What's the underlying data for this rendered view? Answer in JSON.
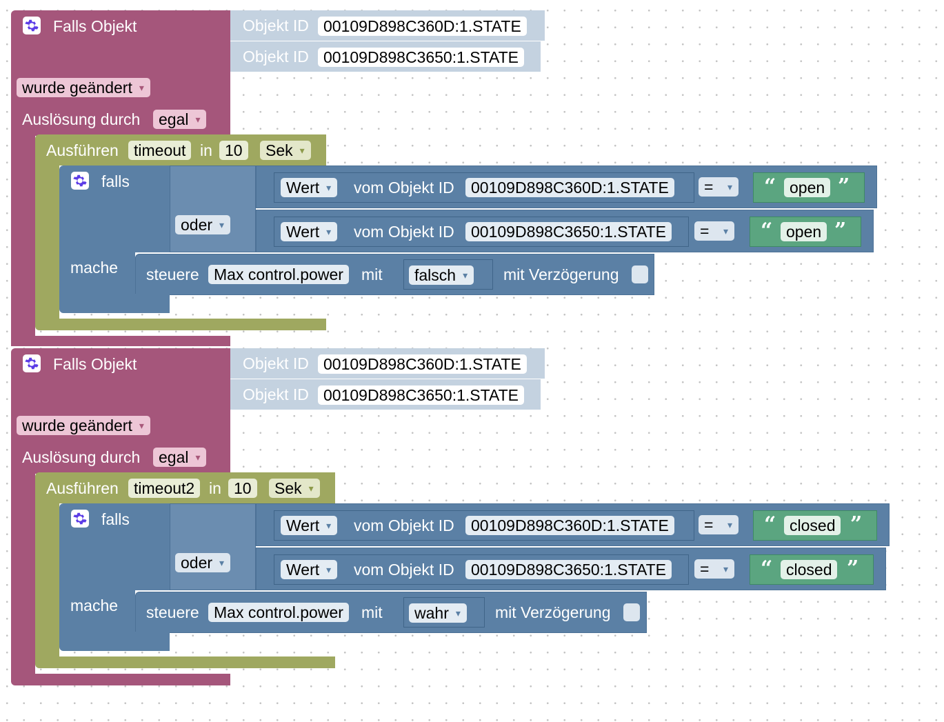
{
  "programs": [
    {
      "trigger": {
        "title": "Falls Objekt",
        "object_label": "Objekt ID",
        "objects": [
          "00109D898C360D:1.STATE",
          "00109D898C3650:1.STATE"
        ],
        "change_mode": "wurde geändert",
        "trigger_by_label": "Auslösung durch",
        "trigger_by_value": "egal"
      },
      "timeout": {
        "label": "Ausführen",
        "name": "timeout",
        "in_label": "in",
        "value": "10",
        "unit": "Sek"
      },
      "if_block": {
        "falls_label": "falls",
        "oder_label": "oder",
        "mache_label": "mache",
        "conditions": [
          {
            "dropdown": "Wert",
            "from_label": "vom Objekt ID",
            "object": "00109D898C360D:1.STATE",
            "operator": "=",
            "text": "open"
          },
          {
            "dropdown": "Wert",
            "from_label": "vom Objekt ID",
            "object": "00109D898C3650:1.STATE",
            "operator": "=",
            "text": "open"
          }
        ],
        "action": {
          "label": "steuere",
          "target": "Max control.power",
          "with_label": "mit",
          "value": "falsch",
          "delay_label": "mit Verzögerung"
        }
      }
    },
    {
      "trigger": {
        "title": "Falls Objekt",
        "object_label": "Objekt ID",
        "objects": [
          "00109D898C360D:1.STATE",
          "00109D898C3650:1.STATE"
        ],
        "change_mode": "wurde geändert",
        "trigger_by_label": "Auslösung durch",
        "trigger_by_value": "egal"
      },
      "timeout": {
        "label": "Ausführen",
        "name": "timeout2",
        "in_label": "in",
        "value": "10",
        "unit": "Sek"
      },
      "if_block": {
        "falls_label": "falls",
        "oder_label": "oder",
        "mache_label": "mache",
        "conditions": [
          {
            "dropdown": "Wert",
            "from_label": "vom Objekt ID",
            "object": "00109D898C360D:1.STATE",
            "operator": "=",
            "text": "closed"
          },
          {
            "dropdown": "Wert",
            "from_label": "vom Objekt ID",
            "object": "00109D898C3650:1.STATE",
            "operator": "=",
            "text": "closed"
          }
        ],
        "action": {
          "label": "steuere",
          "target": "Max control.power",
          "with_label": "mit",
          "value": "wahr",
          "delay_label": "mit Verzögerung"
        }
      }
    }
  ],
  "colors": {
    "trigger": "#a5567b",
    "timeout": "#9fa860",
    "logic": "#5b80a5",
    "text": "#5ba580",
    "object": "#c4d2e0",
    "mutator_icon": "#5b3ce6"
  },
  "icons": {
    "mutator": "gear-icon",
    "quote_open": "quote-open-icon",
    "quote_close": "quote-close-icon"
  }
}
